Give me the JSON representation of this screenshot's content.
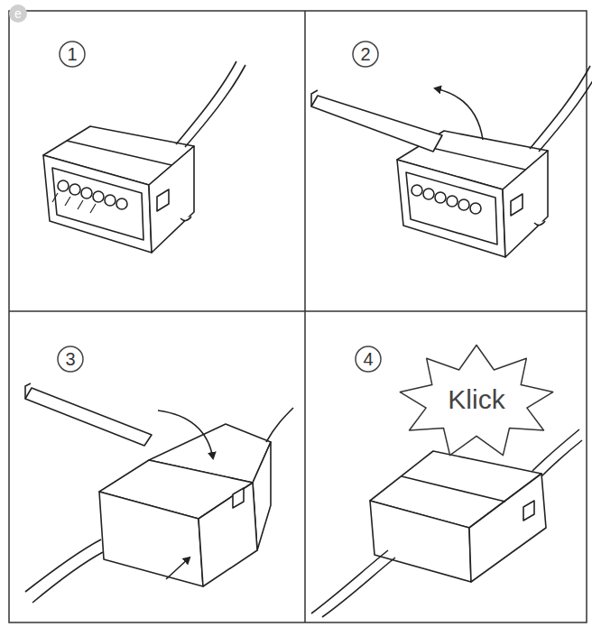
{
  "diagram": {
    "nodes": [
      {
        "text": [
          "e"
        ]
      },
      {
        "text": [
          "1"
        ]
      },
      {
        "text": [
          "2"
        ]
      },
      {
        "text": [
          "3"
        ]
      },
      {
        "text": [
          "4"
        ]
      },
      {
        "text": [
          "Klick"
        ]
      }
    ]
  }
}
